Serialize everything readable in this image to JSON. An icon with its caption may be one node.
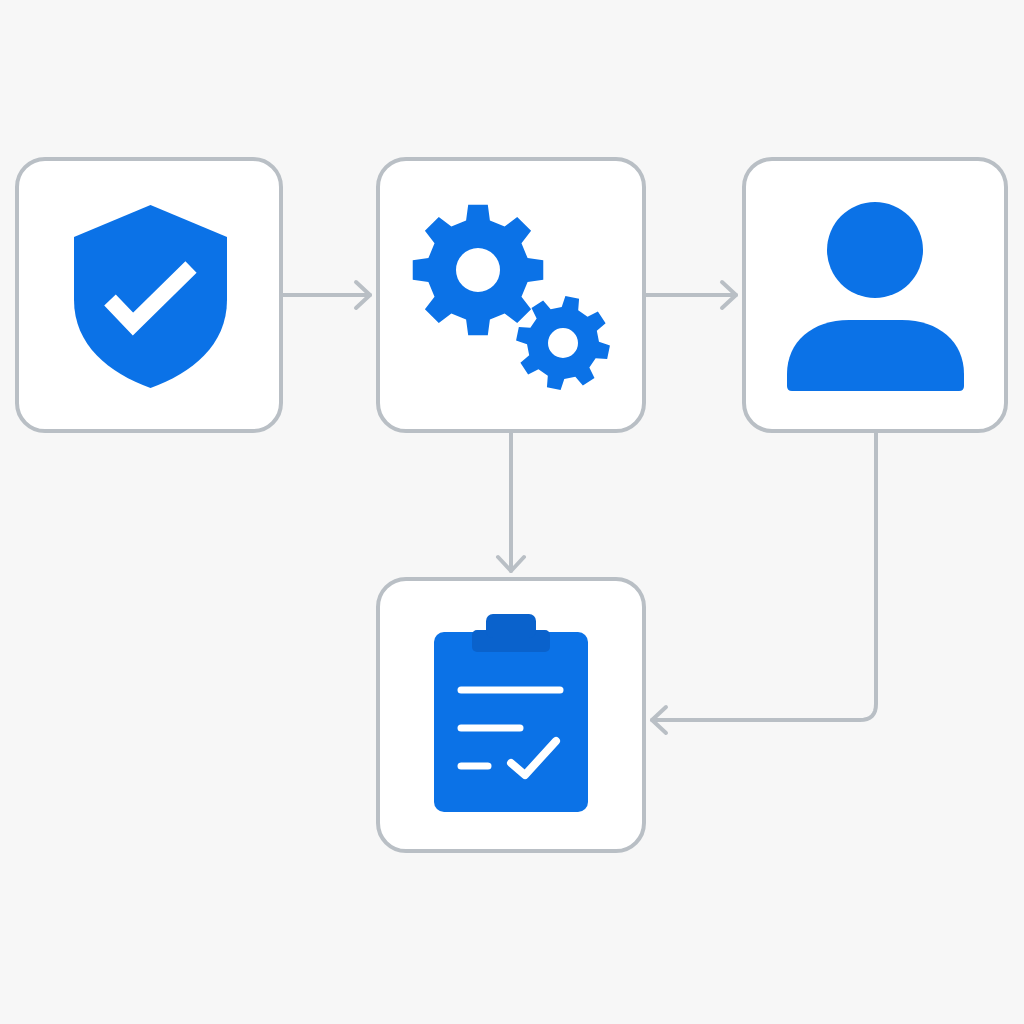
{
  "diagram": {
    "nodes": [
      {
        "text": [],
        "shape": "box"
      },
      {
        "text": [],
        "shape": "box"
      },
      {
        "text": [],
        "shape": "box"
      },
      {
        "text": [],
        "shape": "box"
      }
    ],
    "edges": [
      {
        "from": 0,
        "to": 1,
        "arrow": "to"
      },
      {
        "from": 1,
        "to": 2,
        "arrow": "to"
      },
      {
        "from": 1,
        "to": 3,
        "arrow": "to"
      },
      {
        "from": 2,
        "to": 3,
        "arrow": "to"
      }
    ]
  }
}
